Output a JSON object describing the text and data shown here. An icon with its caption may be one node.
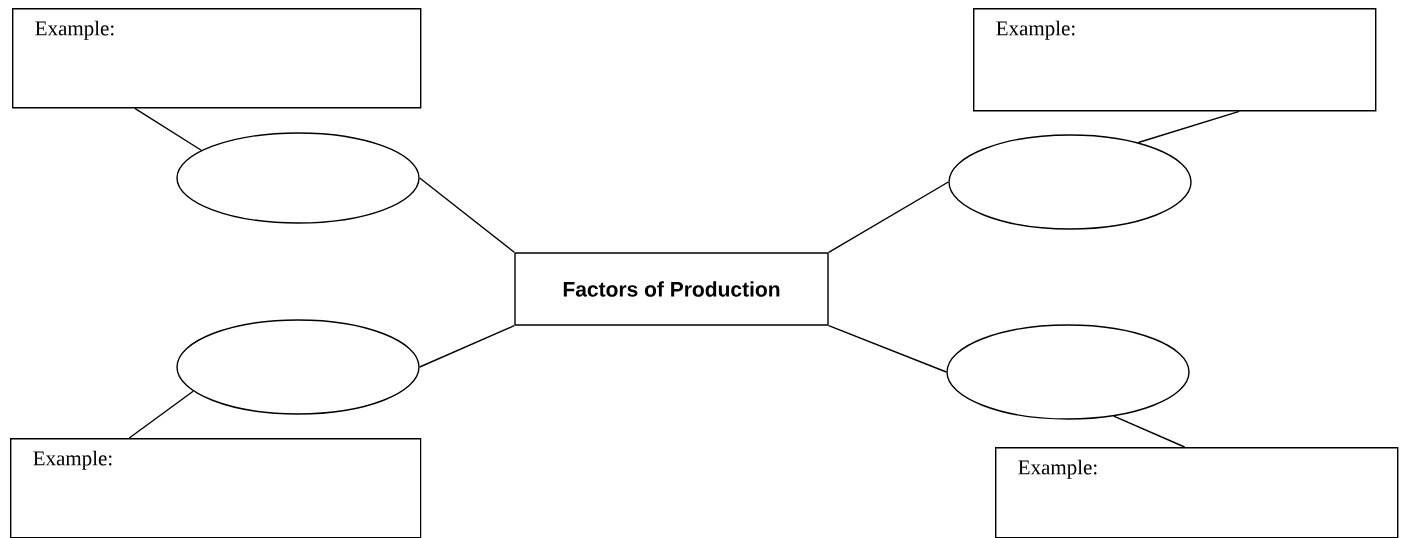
{
  "diagram": {
    "nodes": [
      {
        "text": [
          "Example:"
        ]
      },
      {
        "text": [
          "Example:"
        ]
      },
      {
        "text": [],
        "shape": "ellipse"
      },
      {
        "text": [],
        "shape": "ellipse"
      },
      {
        "text": [
          "Factors of Production"
        ]
      },
      {
        "text": [],
        "shape": "ellipse"
      },
      {
        "text": [],
        "shape": "ellipse"
      },
      {
        "text": [
          "Example:"
        ]
      },
      {
        "text": [
          "Example:"
        ]
      }
    ],
    "edges": [
      {
        "from": 0,
        "to": 2,
        "arrow": "none"
      },
      {
        "from": 3,
        "to": 1,
        "arrow": "none"
      },
      {
        "from": 4,
        "to": 2,
        "arrow": "none"
      },
      {
        "from": 4,
        "to": 3,
        "arrow": "none"
      },
      {
        "from": 4,
        "to": 5,
        "arrow": "none"
      },
      {
        "from": 4,
        "to": 6,
        "arrow": "none"
      },
      {
        "from": 5,
        "to": 7,
        "arrow": "none"
      },
      {
        "from": 6,
        "to": 8,
        "arrow": "none"
      }
    ]
  }
}
